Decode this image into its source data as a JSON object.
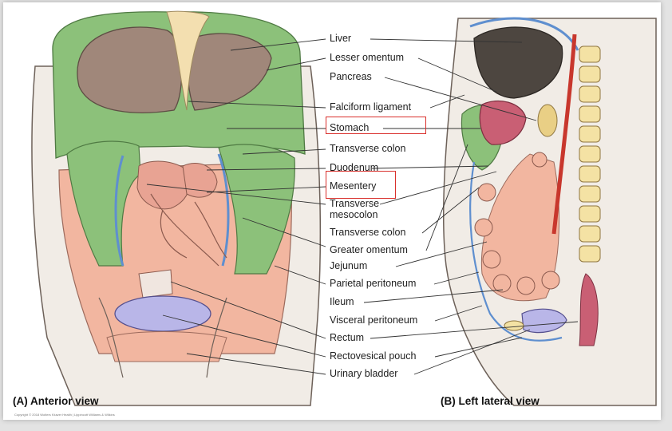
{
  "labels": {
    "liver": "Liver",
    "lesser_omentum": "Lesser omentum",
    "pancreas": "Pancreas",
    "falciform_ligament": "Falciform ligament",
    "stomach": "Stomach",
    "transverse_colon_a": "Transverse colon",
    "duodenum": "Duodenum",
    "mesentery": "Mesentery",
    "transverse": "Transverse",
    "mesocolon": "mesocolon",
    "transverse_colon_b": "Transverse colon",
    "greater_omentum": "Greater omentum",
    "jejunum": "Jejunum",
    "parietal_peritoneum": "Parietal peritoneum",
    "ileum": "Ileum",
    "visceral_peritoneum": "Visceral peritoneum",
    "rectum": "Rectum",
    "rectovesical_pouch": "Rectovesical pouch",
    "urinary_bladder": "Urinary bladder"
  },
  "captions": {
    "anterior": "(A) Anterior view",
    "lateral": "(B) Left lateral view"
  },
  "copyright": "Copyright © 2018 Wolters Kluwer Health | Lippincott Williams & Wilkins",
  "colors": {
    "highlight": "#d9302c",
    "omentum_green": "#8cc17a",
    "peritoneum_pink": "#f2b6a0",
    "liver_brown": "#a0877a",
    "peritoneal_blue": "#5f8fcf",
    "aorta_red": "#c8372d",
    "bladder_lavender": "#b9b6e8"
  }
}
